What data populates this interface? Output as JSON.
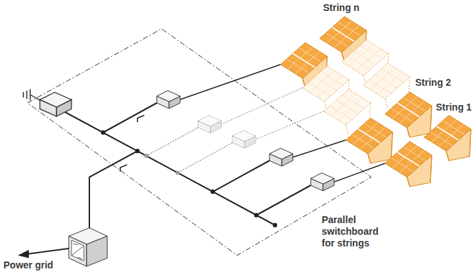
{
  "diagram": {
    "labels": [
      "String n",
      "String 2",
      "String 1",
      "Power grid",
      "Parallel switchboard for strings"
    ]
  }
}
